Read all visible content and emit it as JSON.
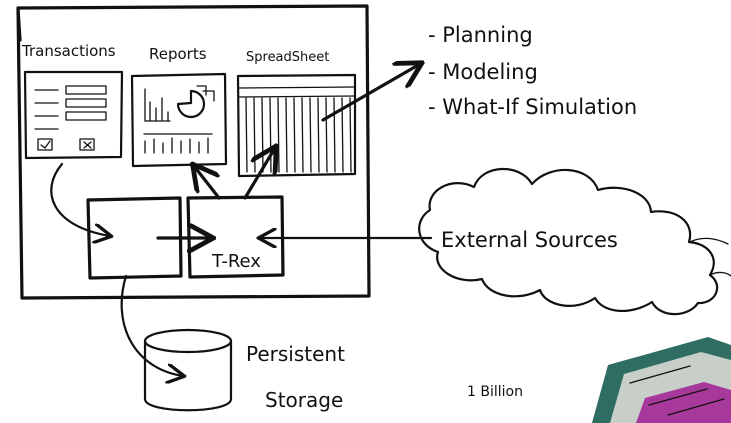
{
  "labels": {
    "transactions": "Transactions",
    "reports": "Reports",
    "spreadsheet": "SpreadSheet",
    "trex": "T-Rex",
    "external_sources": "External Sources",
    "persistent": "Persistent",
    "storage": "Storage",
    "billion": "1 Billion"
  },
  "uses": [
    "- Planning",
    "- Modeling",
    "- What-If Simulation"
  ],
  "colors": {
    "ink": "#111111",
    "chip_body": "#2f6d63",
    "chip_core": "#a7399c",
    "chip_metal": "#c8cfc9"
  }
}
